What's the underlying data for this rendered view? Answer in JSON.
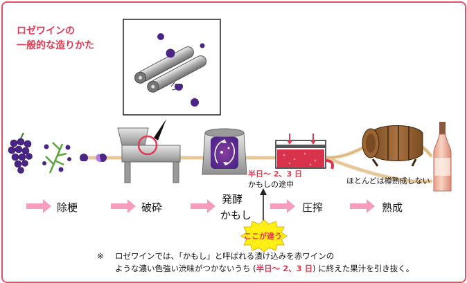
{
  "title": {
    "line1": "ロゼワインの",
    "line2": "一般的な造りかた"
  },
  "steps": [
    "除梗",
    "破砕",
    "発酵",
    "かもし",
    "圧搾",
    "熟成"
  ],
  "labels": {
    "duration": "半日〜 2、3 日",
    "maceration": "かもしの途中",
    "aging_note": "ほとんどは樽熟成しない",
    "difference_badge": "ここが違う"
  },
  "note": {
    "mark": "※",
    "line1": "ロゼワインでは、「かもし」と呼ばれる漬け込みを赤ワインの",
    "line2a": "ような濃い色強い渋味がつかないうち (",
    "line2b": "半日〜 2、3 日",
    "line2c": ") に終えた果汁を引き抜く。"
  },
  "colors": {
    "border": "#e84f63",
    "title": "#e23a54",
    "arrow": "#f59cbf",
    "grape": "#4b2488",
    "juice": "#d9324d",
    "pipe": "#e7c999",
    "badge": "#ffef14",
    "machine": "#b8b8b8"
  }
}
